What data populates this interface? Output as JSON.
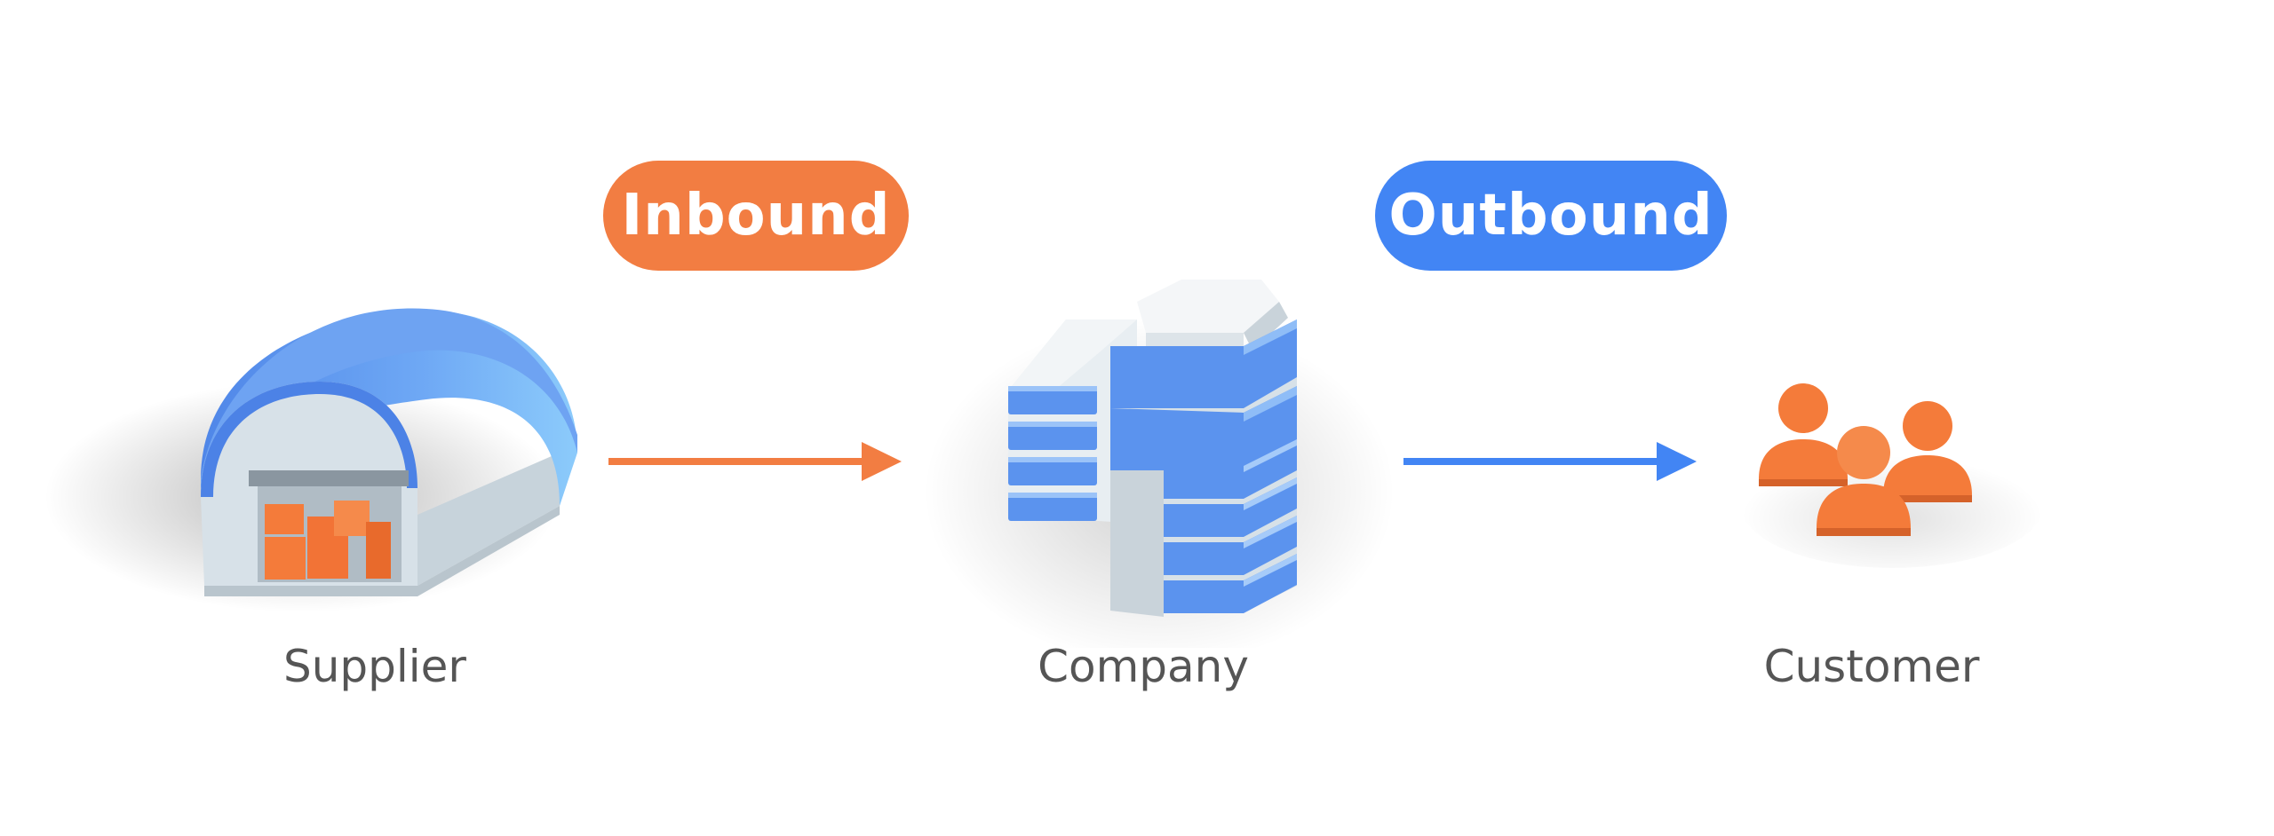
{
  "colors": {
    "inbound": "#F27D42",
    "outbound": "#4285F4",
    "caption": "#555555",
    "building_blue": "#5B93EE",
    "building_light": "#D7E1E8",
    "box_orange": "#F47B3A"
  },
  "labels": {
    "inbound": "Inbound",
    "outbound": "Outbound"
  },
  "nodes": {
    "supplier": {
      "label": "Supplier",
      "icon": "warehouse-icon"
    },
    "company": {
      "label": "Company",
      "icon": "office-building-icon"
    },
    "customer": {
      "label": "Customer",
      "icon": "people-group-icon"
    }
  },
  "edges": [
    {
      "from": "supplier",
      "to": "company",
      "label": "Inbound"
    },
    {
      "from": "company",
      "to": "customer",
      "label": "Outbound"
    }
  ]
}
